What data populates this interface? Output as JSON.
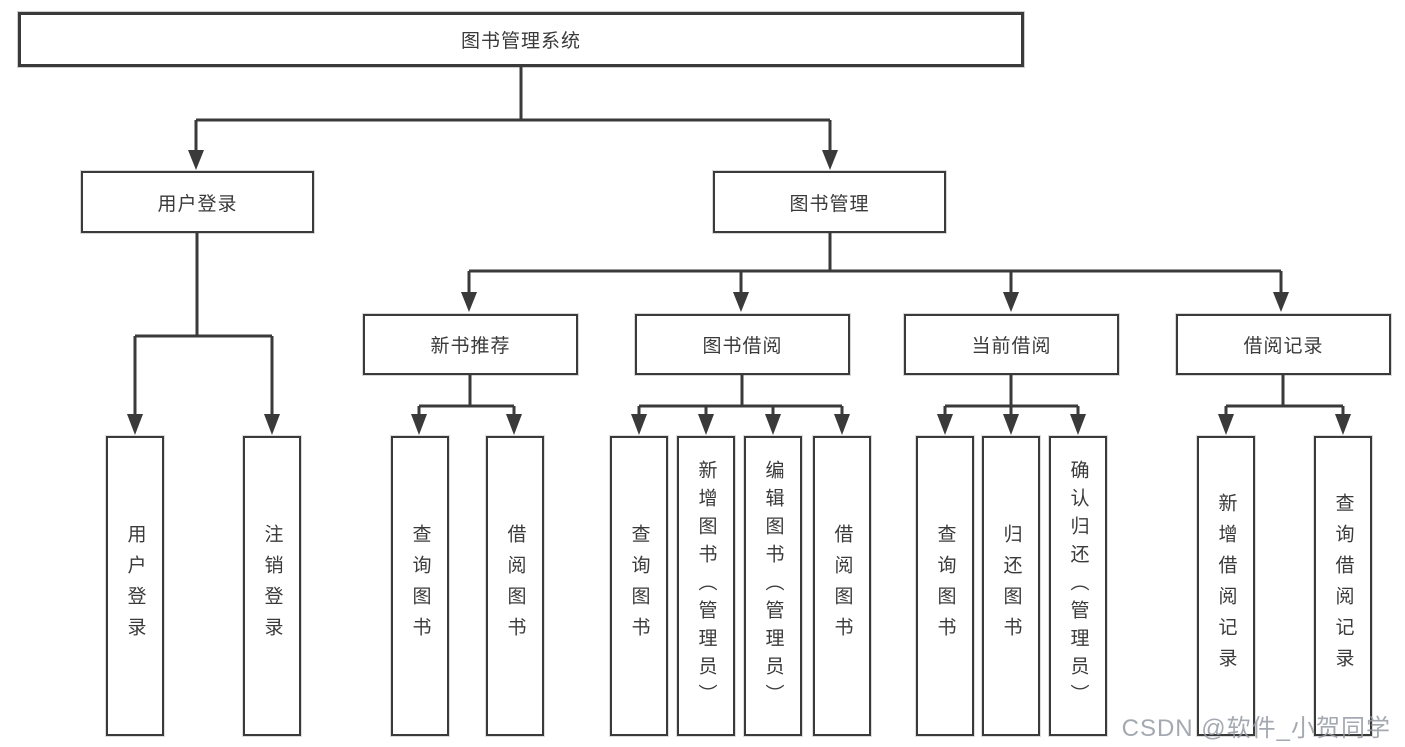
{
  "diagram": {
    "root": {
      "label": "图书管理系统"
    },
    "login_branch": {
      "label": "用户登录",
      "children": [
        {
          "label": "用户登录"
        },
        {
          "label": "注销登录"
        }
      ]
    },
    "management_branch": {
      "label": "图书管理",
      "sections": [
        {
          "label": "新书推荐",
          "children": [
            {
              "label": "查询图书"
            },
            {
              "label": "借阅图书"
            }
          ]
        },
        {
          "label": "图书借阅",
          "children": [
            {
              "label": "查询图书"
            },
            {
              "label": "新增图书（管理员）"
            },
            {
              "label": "编辑图书（管理员）"
            },
            {
              "label": "借阅图书"
            }
          ]
        },
        {
          "label": "当前借阅",
          "children": [
            {
              "label": "查询图书"
            },
            {
              "label": "归还图书"
            },
            {
              "label": "确认归还（管理员）"
            }
          ]
        },
        {
          "label": "借阅记录",
          "children": [
            {
              "label": "新增借阅记录"
            },
            {
              "label": "查询借阅记录"
            }
          ]
        }
      ]
    },
    "colors": {
      "line": "#3a3a3a",
      "box_fill": "#ffffff",
      "text": "#3a3a3a",
      "watermark": "#949aa3"
    }
  },
  "watermark": {
    "text": "CSDN @软件_小贺同学"
  }
}
